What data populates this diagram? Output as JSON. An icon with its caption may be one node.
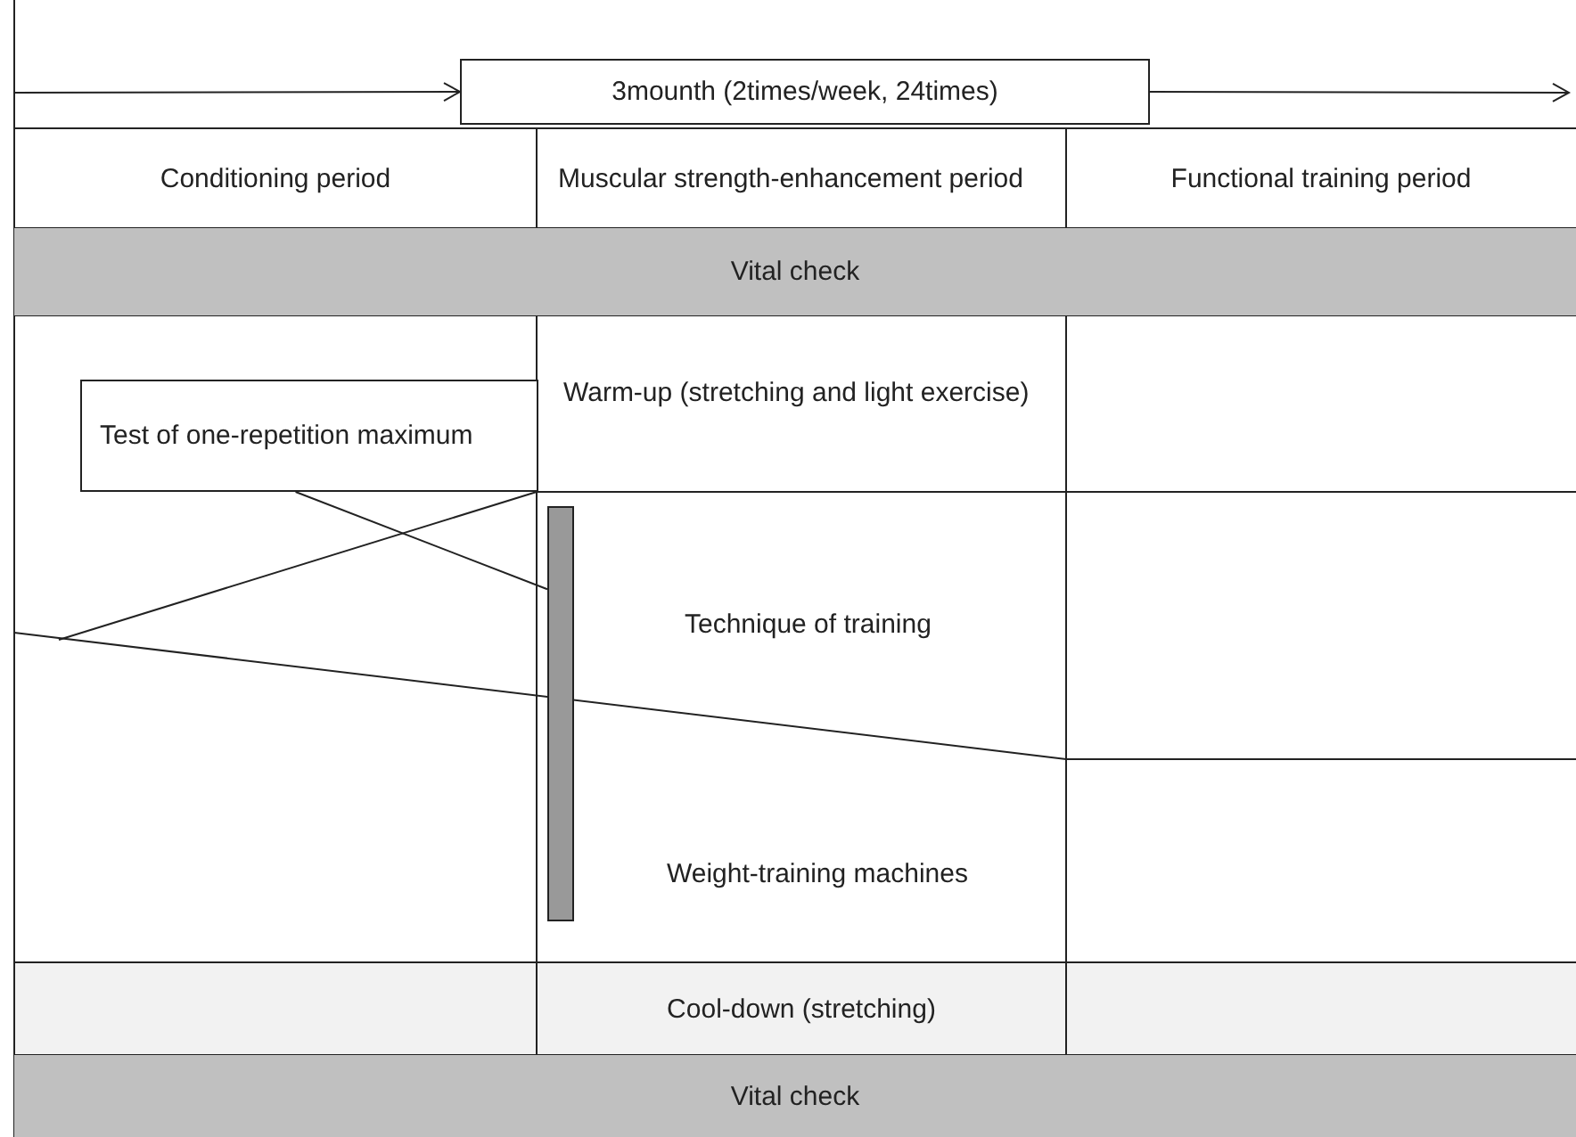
{
  "diagram": {
    "nodes": [
      {
        "text": [
          "3mounth (2times/week, 24times)"
        ]
      },
      {
        "text": [
          "Conditioning period"
        ]
      },
      {
        "text": [
          "Muscular strength-enhancement period"
        ]
      },
      {
        "text": [
          "Functional training period"
        ]
      },
      {
        "text": [
          "Vital check"
        ]
      },
      {
        "text": [
          "Warm-up (stretching and light exercise)"
        ]
      },
      {
        "text": [
          "Test of one-repetition maximum"
        ]
      },
      {
        "text": [
          "Technique of training"
        ]
      },
      {
        "text": [
          "Weight-training machines"
        ]
      },
      {
        "text": [
          "Cool-down (stretching)"
        ]
      },
      {
        "text": [
          "Vital check"
        ]
      },
      {
        "text": [],
        "shape": "bar"
      }
    ],
    "edges": [
      {
        "from": null,
        "to": 0,
        "arrow": "to"
      },
      {
        "from": 0,
        "to": null,
        "arrow": "to"
      },
      {
        "from": 6,
        "to": 11,
        "arrow": "none"
      }
    ]
  }
}
